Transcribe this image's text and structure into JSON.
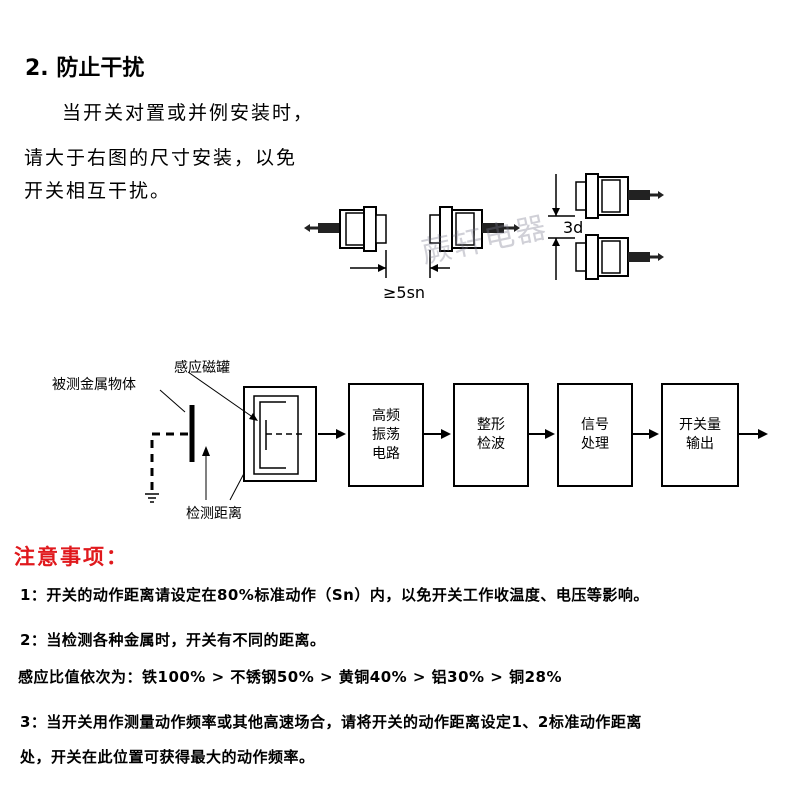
{
  "section": {
    "title": "2. 防止干扰"
  },
  "paragraph": {
    "line1": "当开关对置或并例安装时，",
    "line2": "请大于右图的尺寸安装，以免",
    "line3": "开关相互干扰。"
  },
  "dimensions": {
    "gap_label": "≥5sn",
    "spacing_label": "3d"
  },
  "watermark": "蕨轩电器",
  "diagram": {
    "target_label": "被测金属物体",
    "pot_label": "感应磁罐",
    "distance_label": "检测距离",
    "blocks": [
      "高频\n振荡\n电路",
      "整形\n检波",
      "信号\n处理",
      "开关量\n输出"
    ]
  },
  "notice": {
    "title": "注意事项：",
    "line1": "1：开关的动作距离请设定在80%标准动作（Sn）内，以免开关工作收温度、电压等影响。",
    "line2": "2：当检测各种金属时，开关有不同的距离。",
    "line3": "感应比值依次为：铁100% > 不锈钢50% > 黄铜40% > 铝30% > 铜28%",
    "line4": "3：当开关用作测量动作频率或其他高速场合，请将开关的动作距离设定1、2标准动作距离",
    "line5": "处，开关在此位置可获得最大的动作频率。"
  },
  "colors": {
    "notice_title": "#e0191d"
  }
}
